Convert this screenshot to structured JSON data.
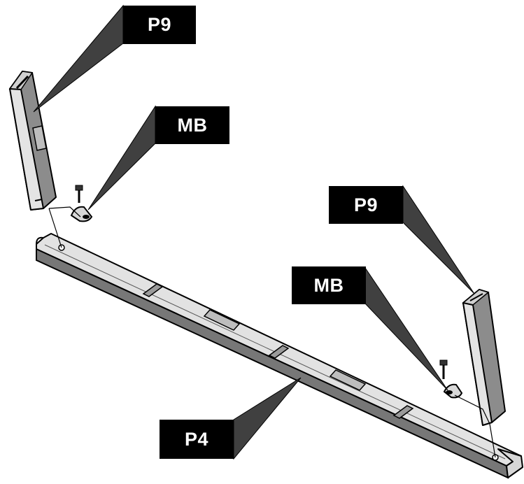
{
  "labels": {
    "p9_top": "P9",
    "mb_top": "MB",
    "p9_right": "P9",
    "mb_right": "MB",
    "p4": "P4"
  },
  "colors": {
    "part_fill": "#e2e2e2",
    "part_dark": "#8c8c8c",
    "outline": "#000000",
    "leader": "#404040",
    "label_bg": "#000000",
    "label_text": "#ffffff"
  }
}
